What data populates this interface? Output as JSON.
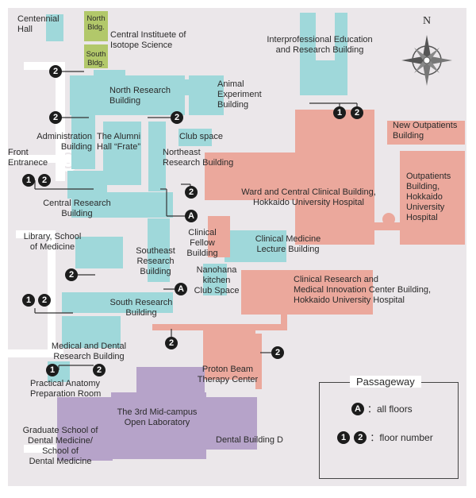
{
  "colors": {
    "background": "#ebe7ea",
    "road": "#ffffff",
    "medical_buildings": "#9fd8da",
    "hospital_buildings": "#eba89c",
    "dental_buildings": "#b6a3c9",
    "isotope_building": "#b2c86a",
    "badge": "#1c1c1c"
  },
  "labels": {
    "centennial_hall": "Centennial\nHall",
    "north_bldg": "North\nBldg.",
    "south_bldg": "South\nBldg.",
    "isotope": "Central Instituete of\nIsotope Science",
    "interprofessional": "Interprofessional Education\nand Research Building",
    "north_research": "North Research\nBuilding",
    "animal_experiment": "Animal\nExperiment\nBuilding",
    "administration": "Administration\nBuilding",
    "alumni_hall": "The Alumni\nHall “Frate”",
    "club_space": "Club space",
    "northeast_research": "Northeast\nResearch Building",
    "front_entrance": "Front\nEntranece",
    "new_outpatients": "New Outpatients\nBuilding",
    "ward_central": "Ward and Central Clinical Building,\nHokkaido University Hospital",
    "outpatients": "Outpatients\nBuilding,\nHokkaido\nUniversity\nHospital",
    "central_research": "Central Research\nBuilding",
    "library": "Library, School\nof Medicine",
    "clinical_fellow": "Clinical\nFellow\nBuilding",
    "clinical_medicine_lecture": "Clinical Medicine\nLecture Building",
    "southeast_research": "Southeast\nResearch\nBuilding",
    "nanohana": "Nanohana\nkitchen\nClub Space",
    "clinical_research_center": "Clinical Research and\nMedical Innovation Center Building,\nHokkaido University Hospital",
    "south_research": "South Research\nBuilding",
    "medical_dental": "Medical and Dental\nResearch Building",
    "proton_beam": "Proton Beam\nTherapy Center",
    "practical_anatomy": "Practical Anatomy\nPreparation Room",
    "mid_campus_lab": "The 3rd Mid-campus\nOpen Laboratory",
    "dental_d": "Dental Building D",
    "graduate_dental": "Graduate School of\nDental Medicine/\nSchool of\nDental Medicine"
  },
  "compass": {
    "north": "N"
  },
  "badges": {
    "all_floors": "A",
    "floor1": "1",
    "floor2": "2"
  },
  "legend": {
    "title": "Passageway",
    "all_floors_text": "：all floors",
    "floor_number_text": "：floor number"
  }
}
